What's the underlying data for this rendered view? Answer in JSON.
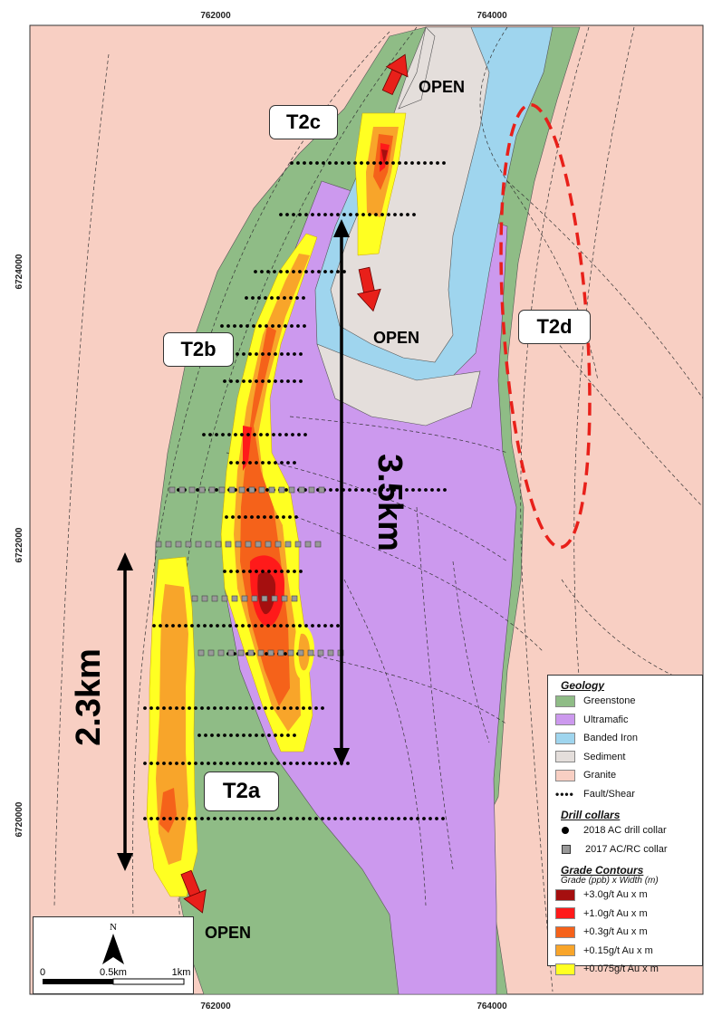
{
  "coordinates": {
    "top": [
      "762000",
      "764000"
    ],
    "bottom": [
      "762000",
      "764000"
    ],
    "left": [
      "6724000",
      "6722000",
      "6720000"
    ]
  },
  "targets": {
    "t2a": "T2a",
    "t2b": "T2b",
    "t2c": "T2c",
    "t2d": "T2d"
  },
  "open_labels": [
    "OPEN",
    "OPEN",
    "OPEN"
  ],
  "distances": {
    "long": "3.5km",
    "short": "2.3km"
  },
  "legend": {
    "geology_title": "Geology",
    "geology": [
      {
        "label": "Greenstone",
        "color": "#8fbc86"
      },
      {
        "label": "Ultramafic",
        "color": "#cc99ee"
      },
      {
        "label": "Banded Iron",
        "color": "#9fd5ee"
      },
      {
        "label": "Sediment",
        "color": "#e4dedb"
      },
      {
        "label": "Granite",
        "color": "#f8cfc3"
      }
    ],
    "fault_label": "Fault/Shear",
    "collars_title": "Drill collars",
    "collar_2018": "2018 AC drill collar",
    "collar_2017": "2017 AC/RC collar",
    "grade_title": "Grade Contours",
    "grade_subtitle": "Grade (ppb) x Width (m)",
    "grades": [
      {
        "label": "+3.0g/t Au x m",
        "color": "#a50f0f"
      },
      {
        "label": "+1.0g/t Au x m",
        "color": "#ff1a1a"
      },
      {
        "label": "+0.3g/t Au x m",
        "color": "#f5621a"
      },
      {
        "label": "+0.15g/t Au x m",
        "color": "#f8a52a"
      },
      {
        "label": "+0.075g/t Au x m",
        "color": "#ffff22"
      }
    ]
  },
  "scale": {
    "north": "N",
    "ticks": [
      "0",
      "0.5km",
      "1km"
    ]
  },
  "colors": {
    "granite": "#f8cfc3",
    "greenstone": "#8fbc86",
    "ultramafic": "#cc99ee",
    "banded_iron": "#9fd5ee",
    "sediment": "#e4dedb",
    "arrow_red": "#e8201a",
    "target_outline": "#e8201a"
  }
}
